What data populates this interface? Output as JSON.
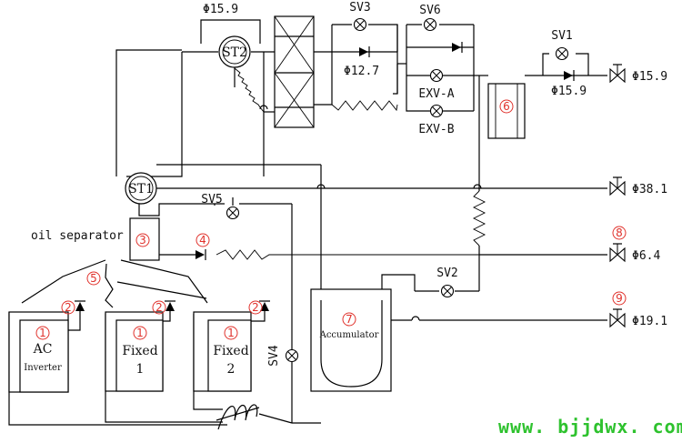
{
  "diagram": {
    "pipes": {
      "phi_top": "Φ15.9",
      "phi_127": "Φ12.7",
      "phi_159_right": "Φ15.9",
      "phi_159_out": "Φ15.9",
      "phi_381": "Φ38.1",
      "phi_64": "Φ6.4",
      "phi_191": "Φ19.1"
    },
    "valves": {
      "st1": "ST1",
      "st2": "ST2",
      "sv1": "SV1",
      "sv2": "SV2",
      "sv3": "SV3",
      "sv4": "SV4",
      "sv5": "SV5",
      "sv6": "SV6",
      "exv_a": "EXV-A",
      "exv_b": "EXV-B"
    },
    "components": {
      "oil_separator": "oil separator",
      "accumulator": "Accumulator",
      "comp_ac_line1": "AC",
      "comp_ac_line2": "Inverter",
      "comp_fixed1_line1": "Fixed",
      "comp_fixed1_line2": "1",
      "comp_fixed2_line1": "Fixed",
      "comp_fixed2_line2": "2"
    },
    "markers": {
      "m1a": "1",
      "m1b": "1",
      "m1c": "1",
      "m2a": "2",
      "m2b": "2",
      "m2c": "2",
      "m3": "3",
      "m4": "4",
      "m5": "5",
      "m6": "6",
      "m7": "7",
      "m8": "8",
      "m9": "9"
    },
    "watermark": "www. bjjdwx. com",
    "colors": {
      "line": "#000000",
      "marker": "#e0322c",
      "watermark": "#2ec22e"
    }
  }
}
